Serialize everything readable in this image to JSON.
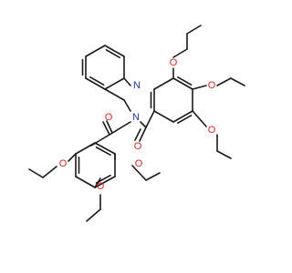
{
  "structure": {
    "atom_labels": {
      "o_ethoxy_right_top": "O",
      "o_ethoxy_right_mid": "O",
      "o_ethoxy_right_bot": "O",
      "o_carbonyl_right": "O",
      "n_amide": "N",
      "n_pyridine": "N",
      "o_carbonyl_left": "O",
      "o_ethoxy_left_a": "O",
      "o_ethoxy_left_b": "O",
      "o_ethoxy_left_c": "O"
    },
    "colors": {
      "bond": "#1a1a1a",
      "oxygen": "#e8231c",
      "nitrogen": "#1f2fd6"
    }
  }
}
